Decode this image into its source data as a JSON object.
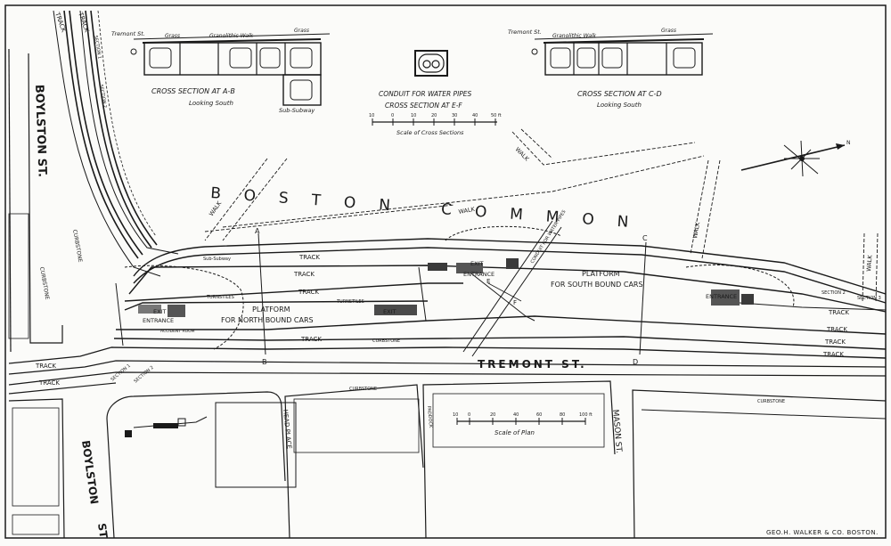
{
  "map": {
    "park_name": "BOSTON COMMON",
    "streets": {
      "boylston_upper": "BOYLSTON ST.",
      "boylston_lower_a": "BOYLSTON",
      "boylston_lower_b": "ST",
      "tremont": "TREMONT ST.",
      "head_place": "HEAD PLACE",
      "mason": "MASON ST.",
      "paddock": "PADDOCK"
    },
    "walk_label": "WALK",
    "track_label": "TRACK",
    "curbstone_label": "CURBSTONE",
    "platforms": {
      "north_line1": "PLATFORM",
      "north_line2": "FOR NORTH BOUND CARS",
      "south_line1": "PLATFORM",
      "south_line2": "FOR SOUTH BOUND CARS"
    },
    "station": {
      "exit": "EXIT",
      "entrance": "ENTRANCE",
      "turnstiles": "TURNSTILES",
      "accident_room": "ACCIDENT ROOM",
      "conduit_water_pipes": "CONDUIT FOR WATER PIPES",
      "sub_subway": "Sub-Subway"
    },
    "section_letters": {
      "a": "A",
      "b": "B",
      "c": "C",
      "d": "D",
      "e": "E",
      "f": "F"
    },
    "section_marks": {
      "s1": "SECTION 1",
      "s2": "SECTION 2",
      "s3": "SECTION 3"
    },
    "cross_sections": {
      "ab_title": "CROSS SECTION AT A-B",
      "ab_sub": "Looking South",
      "ab_sub_subway": "Sub-Subway",
      "ab_tremont": "Tremont St.",
      "cd_title": "CROSS SECTION AT C-D",
      "cd_sub": "Looking South",
      "cd_tremont": "Tremont St.",
      "grass": "Grass",
      "granolithic_walk": "Granolithic Walk",
      "conduit_title": "CONDUIT FOR WATER PIPES",
      "ef_title": "CROSS SECTION AT E-F"
    },
    "scale_cross": {
      "title": "Scale of Cross Sections",
      "ticks": [
        "10",
        "0",
        "10",
        "20",
        "30",
        "40",
        "50 ft"
      ]
    },
    "scale_plan": {
      "title": "Scale of Plan",
      "ticks": [
        "10",
        "0",
        "20",
        "40",
        "60",
        "80",
        "100 ft"
      ]
    },
    "credit": "GEO.H. WALKER & CO. BOSTON.",
    "north_arrow": "N"
  }
}
